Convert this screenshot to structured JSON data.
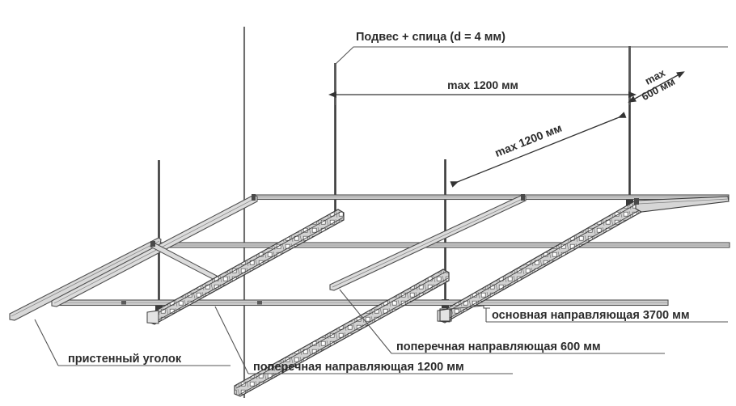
{
  "diagram": {
    "title_alt": "Suspended ceiling frame isometric layout",
    "colors": {
      "line": "#555555",
      "line_dark": "#333333",
      "text": "#2b2b2b",
      "rail_fill": "#cfcfcf",
      "background": "#ffffff"
    },
    "annotations": {
      "hanger": "Подвес + спица (d = 4 мм)",
      "dim_horizontal": "max 1200 мм",
      "dim_diagonal": "max 1200 мм",
      "dim_edge_line1": "max",
      "dim_edge_line2": "600 мм",
      "main_runner": "основная направляющая 3700 мм",
      "cross_runner_600": "поперечная направляющая 600 мм",
      "cross_runner_1200": "поперечная направляющая 1200 мм",
      "wall_angle": "пристенный уголок"
    }
  }
}
